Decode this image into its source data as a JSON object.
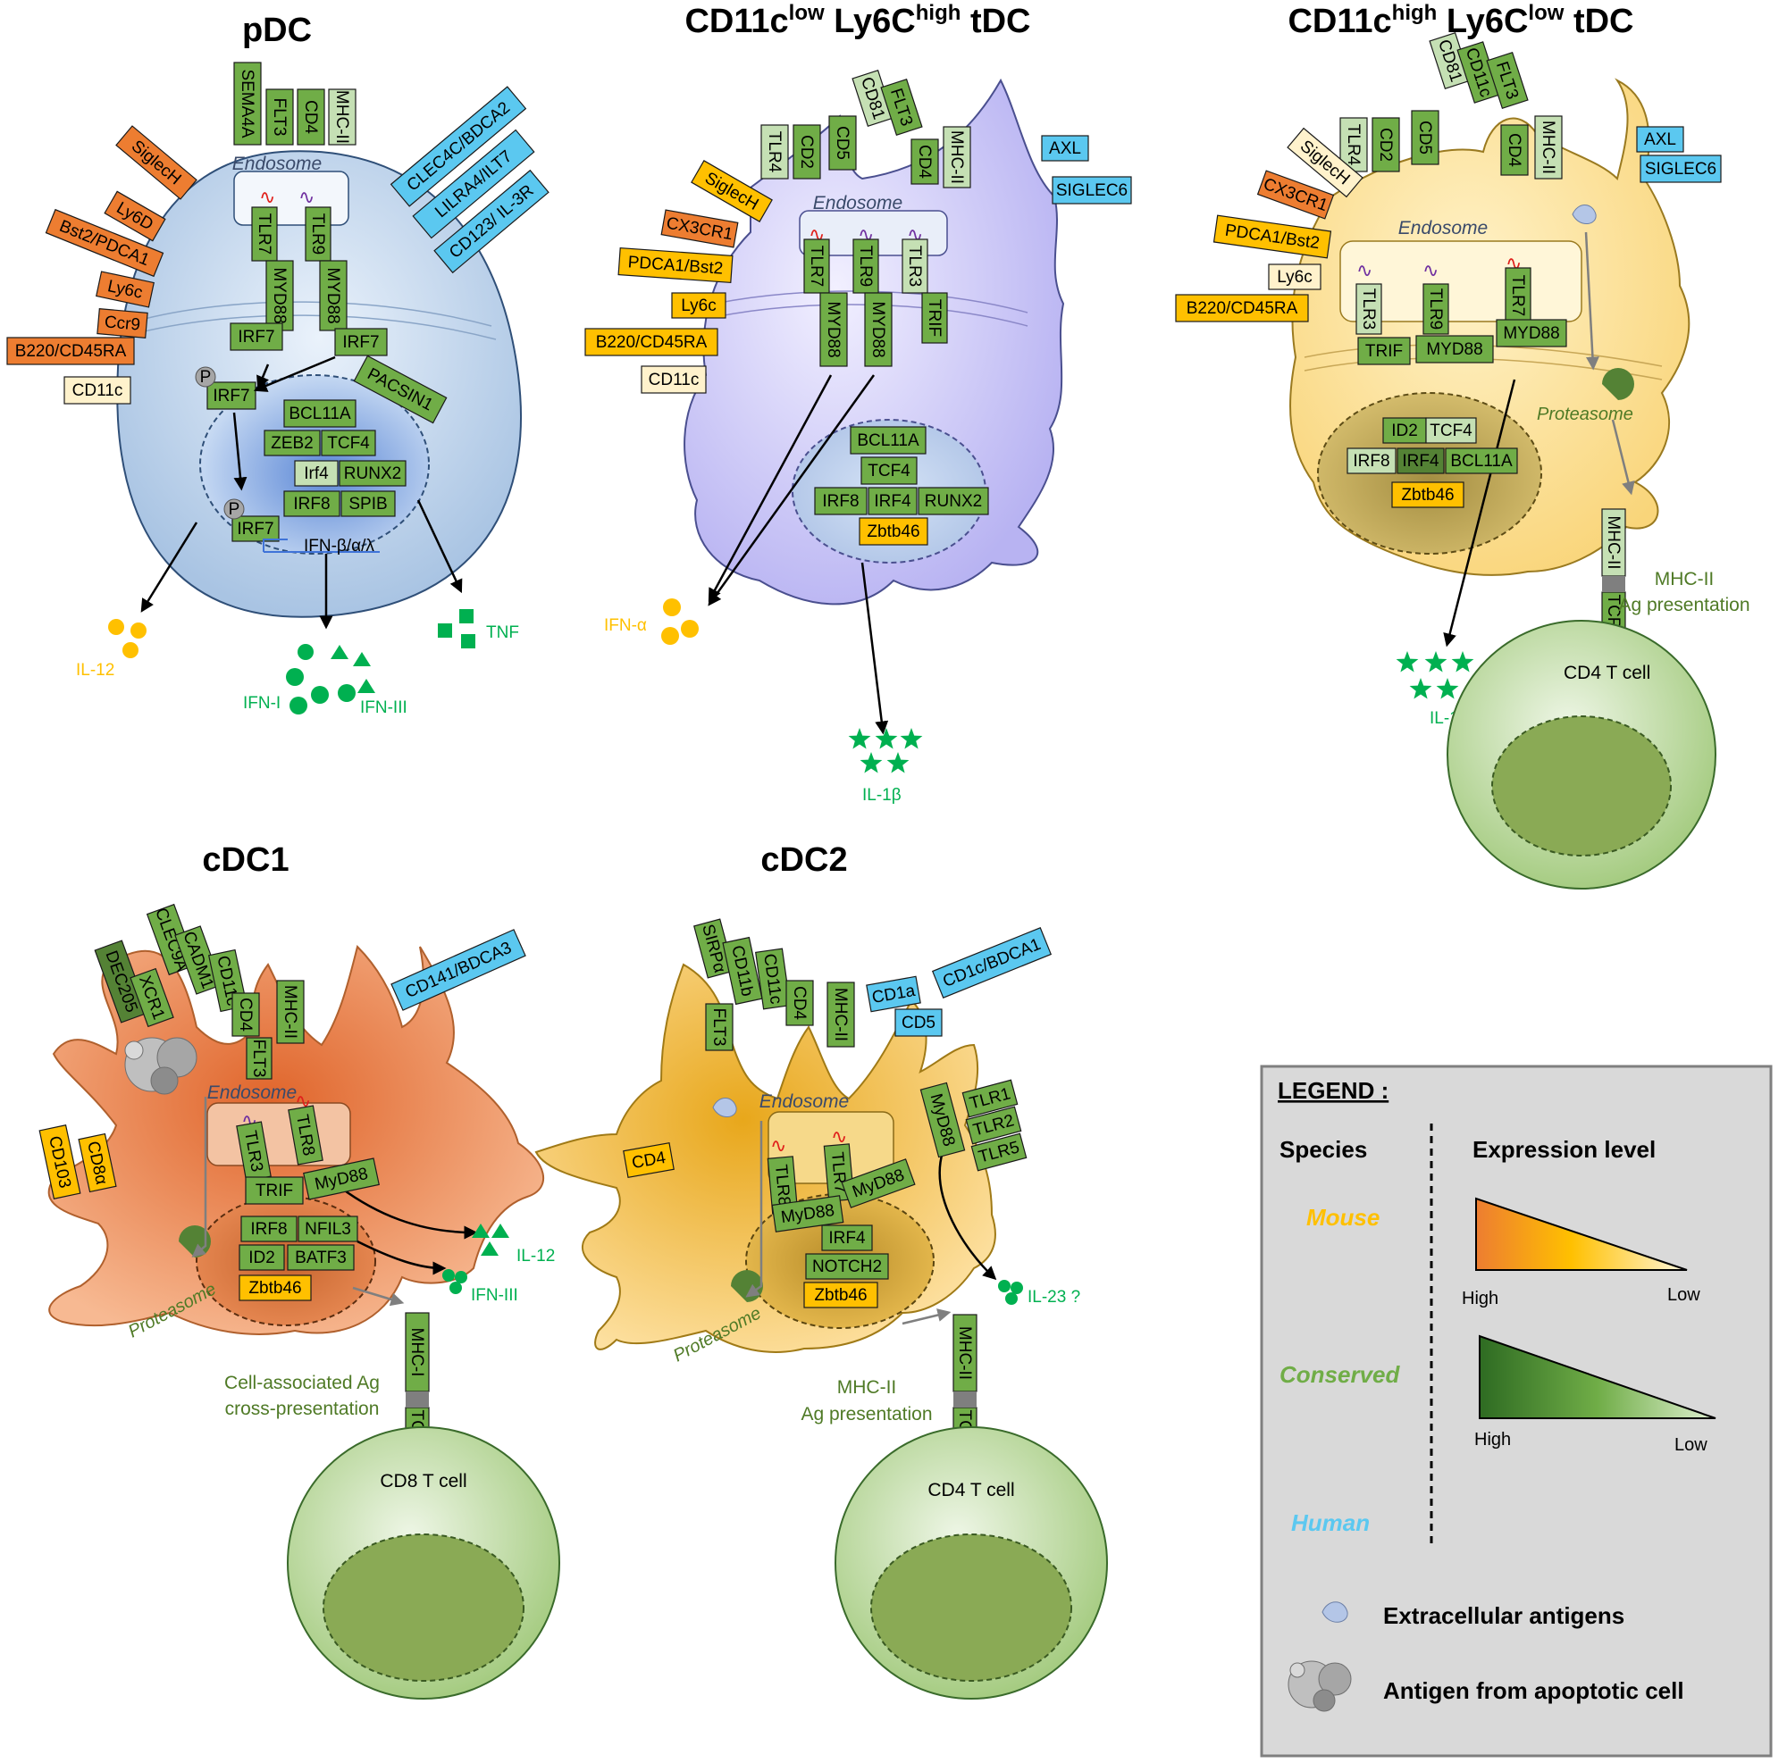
{
  "colors": {
    "mouse_dark": "#ed7d31",
    "mouse": "#ffc000",
    "mouse_light": "#fff2cc",
    "conserved_dark": "#548235",
    "conserved": "#70ad47",
    "conserved_light": "#c5e0b4",
    "human": "#5bc8f0",
    "cytokine": "#00b050",
    "cytokine_yellow": "#ffc000",
    "tcr": "#7f7f7f"
  },
  "pdc": {
    "title": "pDC",
    "endosome": "Endosome",
    "surface": [
      "SEMA4A",
      "FLT3",
      "CD4",
      "MHC-II"
    ],
    "human": [
      "CLEC4C/BDCA2",
      "LILRA4/ILT7",
      "CD123/ IL-3R"
    ],
    "mouse": [
      "SiglecH",
      "Ly6D",
      "Bst2/PDCA1",
      "Ly6c",
      "Ccr9",
      "B220/CD45RA",
      "CD11c"
    ],
    "signaling": [
      "TLR7",
      "TLR9",
      "MYD88",
      "MYD88",
      "IRF7",
      "IRF7",
      "IRF7",
      "PACSIN1"
    ],
    "nucleus": [
      "BCL11A",
      "ZEB2",
      "TCF4",
      "Irf4",
      "RUNX2",
      "IRF8",
      "SPIB",
      "IRF7"
    ],
    "phospho": "P",
    "gene": "IFN-β/α/λ",
    "cytokines": [
      "IL-12",
      "IFN-I",
      "IFN-III",
      "TNF"
    ]
  },
  "tdc_low": {
    "title_main": "CD11c",
    "title_sup1": "low",
    "title_mid": " Ly6C",
    "title_sup2": "high",
    "title_end": " tDC",
    "endosome": "Endosome",
    "surface": [
      "TLR4",
      "CD2",
      "CD5",
      "CD81",
      "FLT3",
      "CD4",
      "MHC-II"
    ],
    "human": [
      "AXL",
      "SIGLEC6"
    ],
    "mouse": [
      "SiglecH",
      "CX3CR1",
      "PDCA1/Bst2",
      "Ly6c",
      "B220/CD45RA",
      "CD11c"
    ],
    "signaling": [
      "TLR7",
      "TLR9",
      "TLR3",
      "MYD88",
      "MYD88",
      "TRIF"
    ],
    "nucleus": [
      "BCL11A",
      "TCF4",
      "IRF8",
      "IRF4",
      "RUNX2",
      "Zbtb46"
    ],
    "cytokines": [
      "IFN-α",
      "IL-1β"
    ]
  },
  "tdc_high": {
    "title_main": "CD11c",
    "title_sup1": "high",
    "title_mid": " Ly6C",
    "title_sup2": "low",
    "title_end": " tDC",
    "endosome": "Endosome",
    "surface": [
      "TLR4",
      "CD2",
      "CD5",
      "CD81",
      "CD11c",
      "FLT3",
      "CD4",
      "MHC-II"
    ],
    "human": [
      "AXL",
      "SIGLEC6"
    ],
    "mouse": [
      "SiglecH",
      "CX3CR1",
      "PDCA1/Bst2",
      "Ly6c",
      "B220/CD45RA"
    ],
    "signaling": [
      "TLR3",
      "TLR9",
      "TLR7",
      "TRIF",
      "MYD88",
      "MYD88"
    ],
    "nucleus": [
      "ID2",
      "TCF4",
      "IRF8",
      "IRF4",
      "BCL11A",
      "Zbtb46"
    ],
    "proteasome": "Proteasome",
    "mhc": "MHC-II",
    "tcr": "TCR",
    "presentation": [
      "MHC-II",
      "Ag presentation"
    ],
    "tcell": "CD4 T cell",
    "cytokines": [
      "IL-1β"
    ]
  },
  "cdc1": {
    "title": "cDC1",
    "endosome": "Endosome",
    "surface": [
      "DEC205",
      "XCR1",
      "CLEC9A",
      "CADM1",
      "CD11c",
      "CD4",
      "FLT3",
      "MHC-II"
    ],
    "human": [
      "CD141/BDCA3"
    ],
    "mouse": [
      "CD103",
      "CD8α"
    ],
    "signaling": [
      "TLR3",
      "TLR8",
      "TRIF",
      "MyD88"
    ],
    "nucleus": [
      "IRF8",
      "NFIL3",
      "ID2",
      "BATF3",
      "Zbtb46"
    ],
    "proteasome": "Proteasome",
    "mhc": "MHC-I",
    "tcr": "TCR",
    "presentation": [
      "Cell-associated Ag",
      "cross-presentation"
    ],
    "tcell": "CD8 T cell",
    "cytokines": [
      "IL-12",
      "IFN-III"
    ]
  },
  "cdc2": {
    "title": "cDC2",
    "endosome": "Endosome",
    "surface": [
      "SIRPα",
      "CD11b",
      "CD11c",
      "FLT3",
      "CD4",
      "MHC-II"
    ],
    "human": [
      "CD1a",
      "CD5",
      "CD1c/BDCA1"
    ],
    "mouse": [
      "CD4"
    ],
    "signaling": [
      "TLR8",
      "TLR7",
      "MyD88",
      "MyD88",
      "MyD88",
      "TLR1",
      "TLR2",
      "TLR5"
    ],
    "nucleus": [
      "IRF4",
      "NOTCH2",
      "Zbtb46"
    ],
    "proteasome": "Proteasome",
    "mhc": "MHC-II",
    "tcr": "TCR",
    "presentation": [
      "MHC-II",
      "Ag presentation"
    ],
    "tcell": "CD4 T cell",
    "cytokines": [
      "IL-23 ?"
    ]
  },
  "legend": {
    "title": "LEGEND :",
    "species_header": "Species",
    "expression_header": "Expression level",
    "mouse": "Mouse",
    "conserved": "Conserved",
    "human": "Human",
    "high": "High",
    "low": "Low",
    "extracellular": "Extracellular antigens",
    "apoptotic": "Antigen from apoptotic cell"
  }
}
